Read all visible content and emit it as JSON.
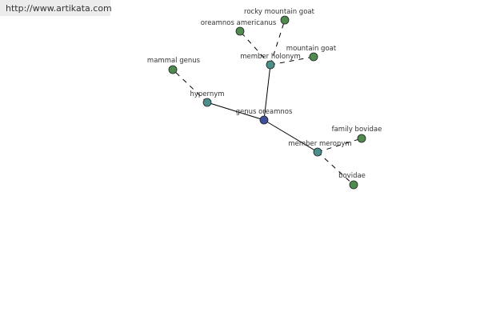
{
  "watermark": {
    "text": "http://www.artikata.com"
  },
  "colors": {
    "root": "#3f4f9a",
    "relation": "#4a8f8c",
    "leaf": "#4f8a4f",
    "edge": "#000000"
  },
  "graph": {
    "nodes": {
      "root": {
        "label": "genus oreamnos",
        "kind": "root"
      },
      "hypernym": {
        "label": "hypernym",
        "kind": "relation"
      },
      "member_holonym": {
        "label": "member holonym",
        "kind": "relation"
      },
      "member_meronym": {
        "label": "member meronym",
        "kind": "relation"
      },
      "mammal_genus": {
        "label": "mammal genus",
        "kind": "leaf"
      },
      "oreamnos_americanus": {
        "label": "oreamnos americanus",
        "kind": "leaf"
      },
      "rocky_mountain_goat": {
        "label": "rocky mountain goat",
        "kind": "leaf"
      },
      "mountain_goat": {
        "label": "mountain goat",
        "kind": "leaf"
      },
      "family_bovidae": {
        "label": "family bovidae",
        "kind": "leaf"
      },
      "bovidae": {
        "label": "bovidae",
        "kind": "leaf"
      }
    },
    "edges": [
      {
        "from": "root",
        "to": "hypernym",
        "style": "solid"
      },
      {
        "from": "root",
        "to": "member_holonym",
        "style": "solid"
      },
      {
        "from": "root",
        "to": "member_meronym",
        "style": "solid"
      },
      {
        "from": "hypernym",
        "to": "mammal_genus",
        "style": "dashed"
      },
      {
        "from": "member_holonym",
        "to": "oreamnos_americanus",
        "style": "dashed"
      },
      {
        "from": "member_holonym",
        "to": "rocky_mountain_goat",
        "style": "dashed"
      },
      {
        "from": "member_holonym",
        "to": "mountain_goat",
        "style": "dashed"
      },
      {
        "from": "member_meronym",
        "to": "family_bovidae",
        "style": "dashed"
      },
      {
        "from": "member_meronym",
        "to": "bovidae",
        "style": "dashed"
      }
    ]
  }
}
